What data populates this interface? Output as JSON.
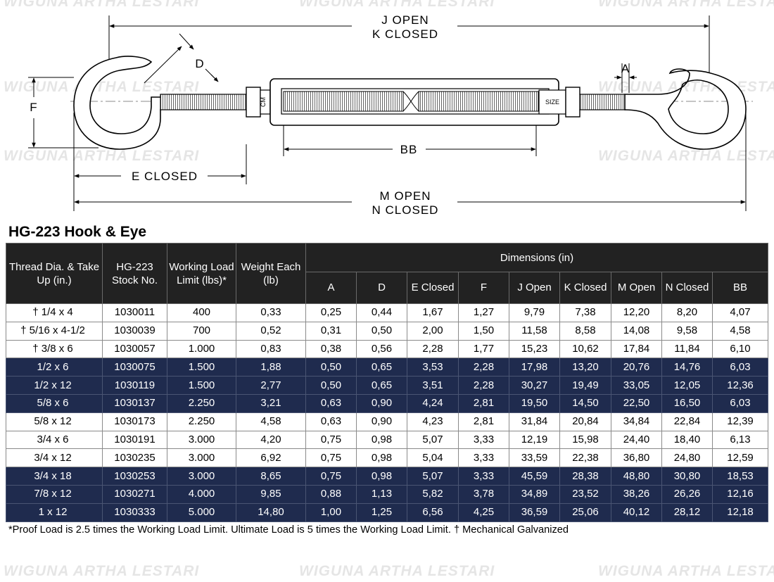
{
  "watermark": "WIGUNA ARTHA LESTARI",
  "diagram": {
    "labels": {
      "j_open": "J  OPEN",
      "k_closed": "K  CLOSED",
      "d": "D",
      "a": "A",
      "f": "F",
      "bb": "BB",
      "e_closed": "E  CLOSED",
      "m_open": "M  OPEN",
      "n_closed": "N  CLOSED",
      "size_stamp": "SIZE",
      "brand_stamp": "CM"
    }
  },
  "title": "HG-223 Hook & Eye",
  "table": {
    "head": {
      "thread": "Thread Dia. & Take Up (in.)",
      "stock": "HG-223 Stock No.",
      "wll": "Working Load Limit (lbs)*",
      "weight": "Weight Each (lb)",
      "dimensions": "Dimensions (in)",
      "dims": [
        "A",
        "D",
        "E Closed",
        "F",
        "J Open",
        "K Closed",
        "M Open",
        "N Closed",
        "BB"
      ]
    },
    "rows": [
      {
        "shade": "light",
        "thread": "† 1/4 x 4",
        "stock": "1030011",
        "wll": "400",
        "weight": "0,33",
        "a": "0,25",
        "d": "0,44",
        "e": "1,67",
        "f": "1,27",
        "j": "9,79",
        "k": "7,38",
        "m": "12,20",
        "n": "8,20",
        "bb": "4,07"
      },
      {
        "shade": "light",
        "thread": "† 5/16 x 4-1/2",
        "stock": "1030039",
        "wll": "700",
        "weight": "0,52",
        "a": "0,31",
        "d": "0,50",
        "e": "2,00",
        "f": "1,50",
        "j": "11,58",
        "k": "8,58",
        "m": "14,08",
        "n": "9,58",
        "bb": "4,58"
      },
      {
        "shade": "light",
        "thread": "† 3/8 x 6",
        "stock": "1030057",
        "wll": "1.000",
        "weight": "0,83",
        "a": "0,38",
        "d": "0,56",
        "e": "2,28",
        "f": "1,77",
        "j": "15,23",
        "k": "10,62",
        "m": "17,84",
        "n": "11,84",
        "bb": "6,10"
      },
      {
        "shade": "dark",
        "thread": "1/2 x 6",
        "stock": "1030075",
        "wll": "1.500",
        "weight": "1,88",
        "a": "0,50",
        "d": "0,65",
        "e": "3,53",
        "f": "2,28",
        "j": "17,98",
        "k": "13,20",
        "m": "20,76",
        "n": "14,76",
        "bb": "6,03"
      },
      {
        "shade": "dark",
        "thread": "1/2 x 12",
        "stock": "1030119",
        "wll": "1.500",
        "weight": "2,77",
        "a": "0,50",
        "d": "0,65",
        "e": "3,51",
        "f": "2,28",
        "j": "30,27",
        "k": "19,49",
        "m": "33,05",
        "n": "12,05",
        "bb": "12,36"
      },
      {
        "shade": "dark",
        "thread": "5/8 x 6",
        "stock": "1030137",
        "wll": "2.250",
        "weight": "3,21",
        "a": "0,63",
        "d": "0,90",
        "e": "4,24",
        "f": "2,81",
        "j": "19,50",
        "k": "14,50",
        "m": "22,50",
        "n": "16,50",
        "bb": "6,03"
      },
      {
        "shade": "light",
        "thread": "5/8 x 12",
        "stock": "1030173",
        "wll": "2.250",
        "weight": "4,58",
        "a": "0,63",
        "d": "0,90",
        "e": "4,23",
        "f": "2,81",
        "j": "31,84",
        "k": "20,84",
        "m": "34,84",
        "n": "22,84",
        "bb": "12,39"
      },
      {
        "shade": "light",
        "thread": "3/4 x 6",
        "stock": "1030191",
        "wll": "3.000",
        "weight": "4,20",
        "a": "0,75",
        "d": "0,98",
        "e": "5,07",
        "f": "3,33",
        "j": "12,19",
        "k": "15,98",
        "m": "24,40",
        "n": "18,40",
        "bb": "6,13"
      },
      {
        "shade": "light",
        "thread": "3/4 x 12",
        "stock": "1030235",
        "wll": "3.000",
        "weight": "6,92",
        "a": "0,75",
        "d": "0,98",
        "e": "5,04",
        "f": "3,33",
        "j": "33,59",
        "k": "22,38",
        "m": "36,80",
        "n": "24,80",
        "bb": "12,59"
      },
      {
        "shade": "dark",
        "thread": "3/4 x 18",
        "stock": "1030253",
        "wll": "3.000",
        "weight": "8,65",
        "a": "0,75",
        "d": "0,98",
        "e": "5,07",
        "f": "3,33",
        "j": "45,59",
        "k": "28,38",
        "m": "48,80",
        "n": "30,80",
        "bb": "18,53"
      },
      {
        "shade": "dark",
        "thread": "7/8 x 12",
        "stock": "1030271",
        "wll": "4.000",
        "weight": "9,85",
        "a": "0,88",
        "d": "1,13",
        "e": "5,82",
        "f": "3,78",
        "j": "34,89",
        "k": "23,52",
        "m": "38,26",
        "n": "26,26",
        "bb": "12,16"
      },
      {
        "shade": "dark",
        "thread": "1 x 12",
        "stock": "1030333",
        "wll": "5.000",
        "weight": "14,80",
        "a": "1,00",
        "d": "1,25",
        "e": "6,56",
        "f": "4,25",
        "j": "36,59",
        "k": "25,06",
        "m": "40,12",
        "n": "28,12",
        "bb": "12,18"
      }
    ]
  },
  "footnote": "*Proof Load is 2.5 times the Working Load Limit. Ultimate Load is 5 times the Working Load Limit. † Mechanical Galvanized",
  "colors": {
    "header_bg": "#222222",
    "dark_row_bg": "#1f2b4e",
    "light_row_bg": "#ffffff"
  }
}
